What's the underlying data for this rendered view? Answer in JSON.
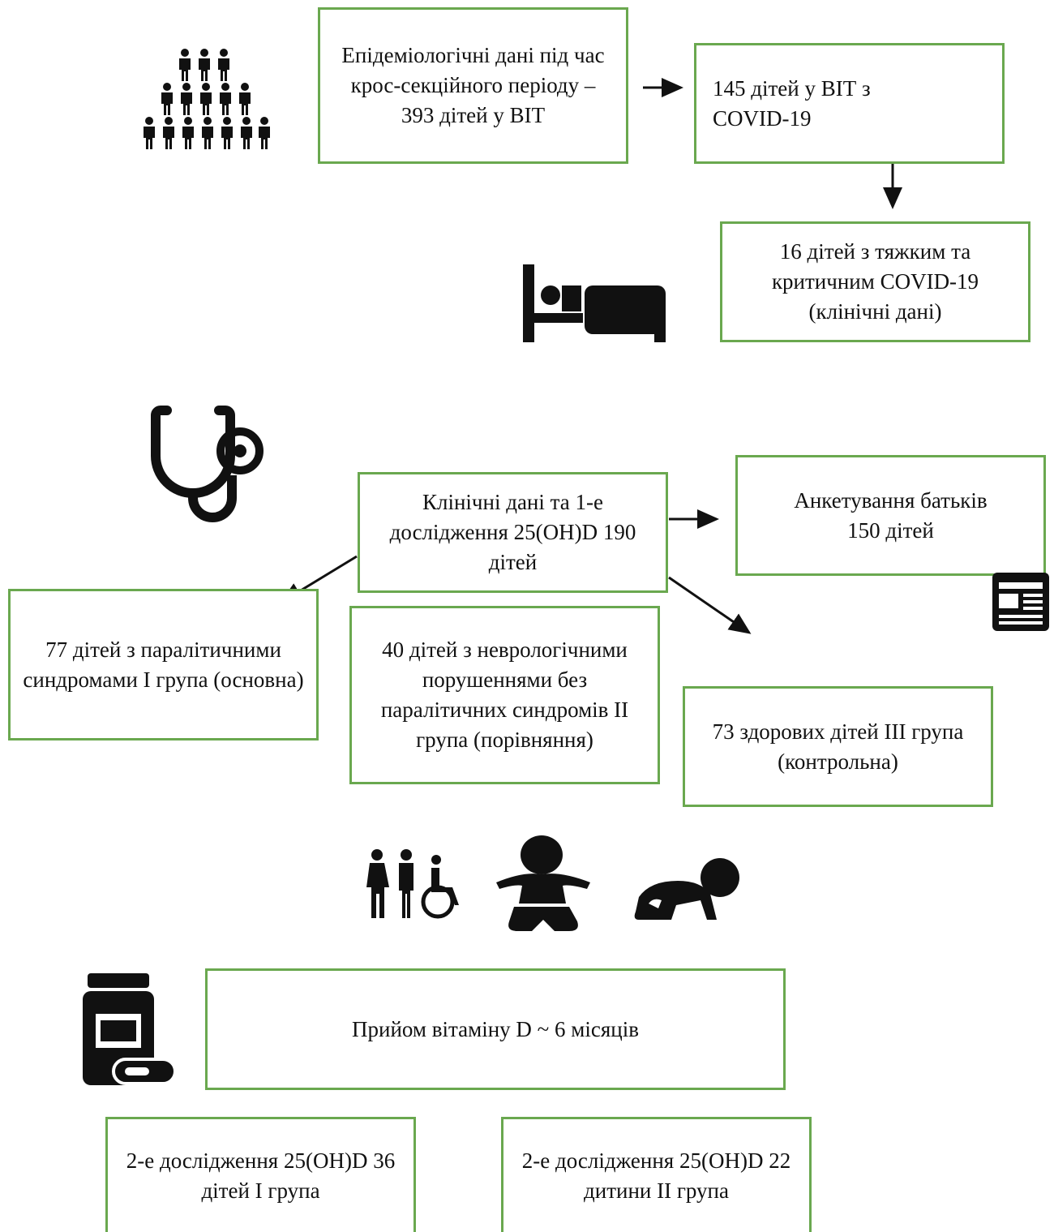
{
  "colors": {
    "box_border": "#6aa84f",
    "icon": "#111111",
    "arrow": "#111111"
  },
  "boxes": {
    "epidemiology": "Епідеміологічні дані під час крос-секційного періоду – 393 дітей у ВІТ",
    "covid_icu": "145 дітей у ВІТ з\nCOVID-19",
    "severe": "16 дітей з тяжким та критичним COVID-19 (клінічні дані)",
    "clinical_first": "Клінічні дані та  1-е дослідження 25(OH)D 190 дітей",
    "parents_survey": "Анкетування батьків\n150 дітей",
    "group_1": "77 дітей з паралітичними синдромами І група (основна)",
    "group_2": "40 дітей з неврологічними порушеннями без паралітичних синдромів ІІ група (порівняння)",
    "group_3": "73 здорових дітей ІІІ група (контрольна)",
    "vitamin_d": "Прийом вітаміну D ~ 6 місяців",
    "second_group_1": "2-е дослідження 25(OH)D 36 дітей І група",
    "second_group_2": "2-е дослідження 25(OH)D 22 дитини ІІ група"
  },
  "icons": [
    "crowd-icon",
    "hospital-bed-icon",
    "stethoscope-icon",
    "newspaper-icon",
    "family-wheelchair-icon",
    "baby-sitting-icon",
    "baby-crawling-icon",
    "medicine-bottle-icon"
  ]
}
